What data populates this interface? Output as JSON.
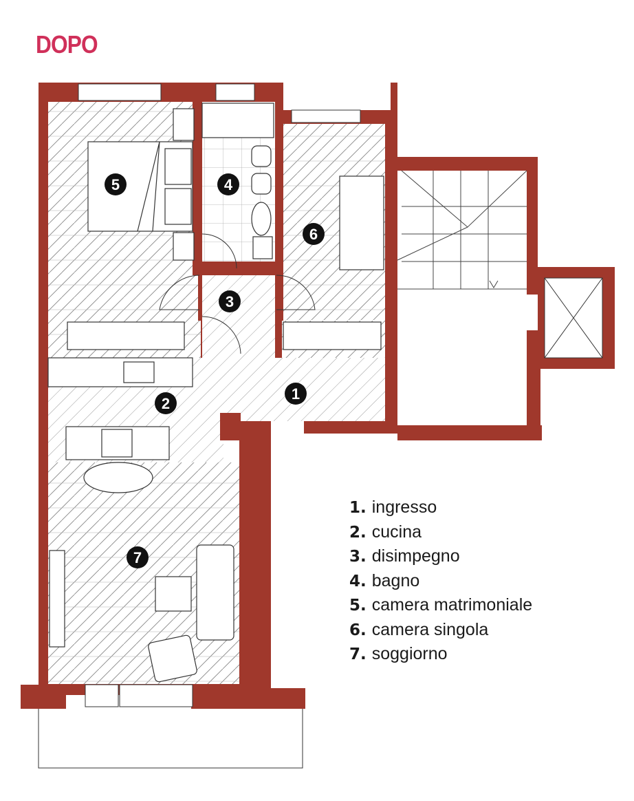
{
  "header": {
    "title": "DOPO"
  },
  "colors": {
    "wall": "#a0382c",
    "title": "#d0305a",
    "marker": "#111111",
    "hatch": "#9a9a9a"
  },
  "room_markers": [
    "1",
    "2",
    "3",
    "4",
    "5",
    "6",
    "7"
  ],
  "legend": [
    {
      "num": "1.",
      "label": "ingresso"
    },
    {
      "num": "2.",
      "label": "cucina"
    },
    {
      "num": "3.",
      "label": "disimpegno"
    },
    {
      "num": "4.",
      "label": "bagno"
    },
    {
      "num": "5.",
      "label": "camera matrimoniale"
    },
    {
      "num": "6.",
      "label": "camera singola"
    },
    {
      "num": "7.",
      "label": "soggiorno"
    }
  ]
}
